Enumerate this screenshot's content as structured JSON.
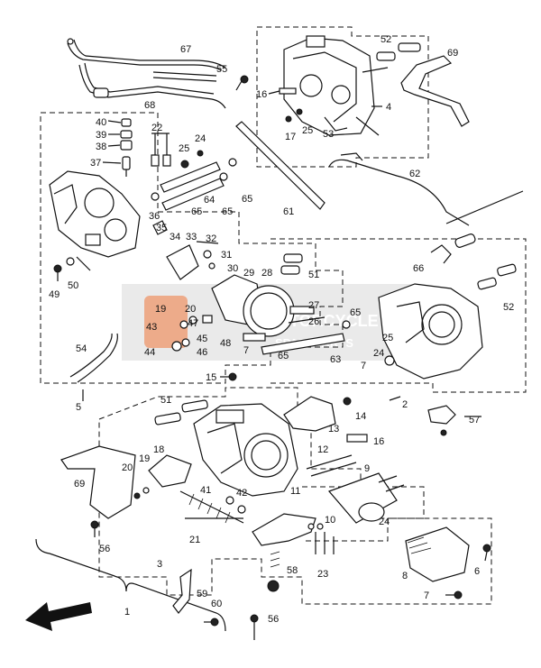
{
  "labels": {
    "p1": "1",
    "p2": "2",
    "p3": "3",
    "p4": "4",
    "p5": "5",
    "p6": "6",
    "p7a": "7",
    "p7b": "7",
    "p8": "8",
    "p9": "9",
    "p10": "10",
    "p11": "11",
    "p12": "12",
    "p13": "13",
    "p14": "14",
    "p15": "15",
    "p16a": "16",
    "p16b": "16",
    "p17": "17",
    "p18": "18",
    "p19a": "19",
    "p19b": "19",
    "p20a": "20",
    "p20b": "20",
    "p21": "21",
    "p22": "22",
    "p23": "23",
    "p24a": "24",
    "p24b": "24",
    "p25a": "25",
    "p25b": "25",
    "p25c": "25",
    "p26": "26",
    "p27": "27",
    "p28": "28",
    "p29": "29",
    "p30": "30",
    "p31": "31",
    "p32": "32",
    "p33": "33",
    "p34": "34",
    "p35": "35",
    "p36": "36",
    "p37": "37",
    "p38": "38",
    "p39": "39",
    "p40": "40",
    "p41": "41",
    "p42": "42",
    "p43": "43",
    "p44": "44",
    "p45": "45",
    "p46": "46",
    "p47": "47",
    "p48": "48",
    "p49": "49",
    "p50": "50",
    "p51a": "51",
    "p51b": "51",
    "p52a": "52",
    "p52b": "52",
    "p53": "53",
    "p54": "54",
    "p55": "55",
    "p56a": "56",
    "p56b": "56",
    "p57": "57",
    "p58": "58",
    "p59": "59",
    "p60": "60",
    "p61": "61",
    "p62": "62",
    "p63": "63",
    "p64": "64",
    "p65a": "65",
    "p65b": "65",
    "p65c": "65",
    "p65d": "65",
    "p65e": "65",
    "p66": "66",
    "p67": "67",
    "p68": "68",
    "p69a": "69",
    "p69b": "69",
    "p7c": "7"
  },
  "watermark": {
    "brand": "MOTORCYCLE",
    "sub": "SPAREPARTS"
  },
  "colors": {
    "line": "#111111",
    "watermark_box": "#d9d9d9",
    "watermark_accent": "#e0672c"
  }
}
